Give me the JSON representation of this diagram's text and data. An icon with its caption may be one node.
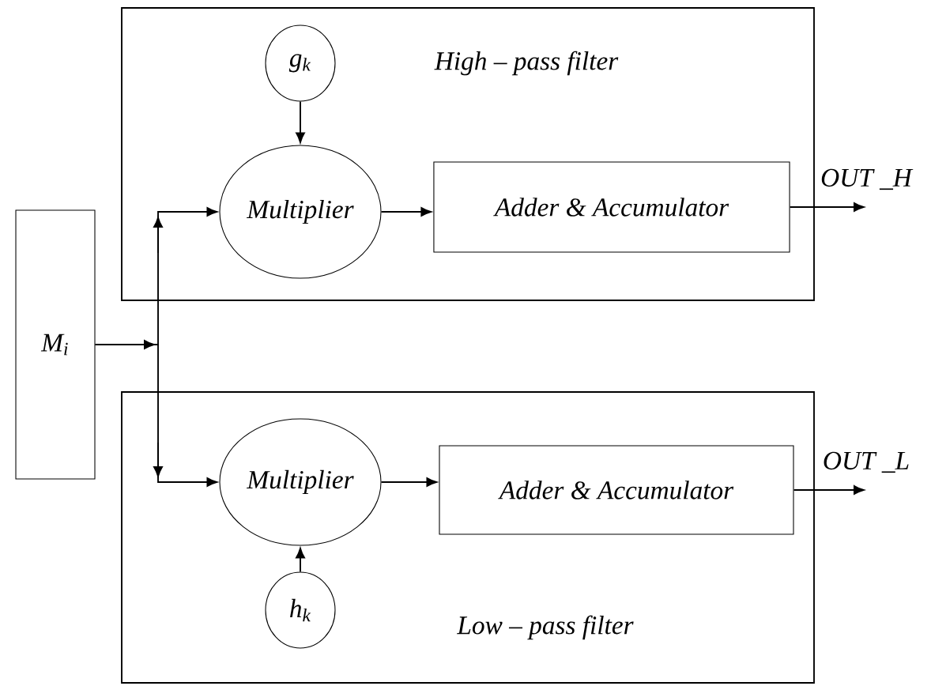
{
  "diagram": {
    "nodes": [
      {
        "text": [
          "High – pass filter"
        ]
      },
      {
        "text": [
          "g$_{k}$"
        ],
        "in": 0
      },
      {
        "text": [
          "Multiplier"
        ],
        "in": 0
      },
      {
        "text": [
          "Adder & Accumulator"
        ],
        "in": 0
      },
      {
        "text": [
          "OUT _H"
        ]
      },
      {
        "text": [
          "M$_{i}$"
        ]
      },
      {
        "text": [
          "Low – pass filter"
        ]
      },
      {
        "text": [
          "Multiplier"
        ],
        "in": 6
      },
      {
        "text": [
          "Adder & Accumulator"
        ],
        "in": 6
      },
      {
        "text": [
          "h$_{k}$"
        ],
        "in": 6
      },
      {
        "text": [
          "OUT _L"
        ]
      }
    ],
    "edges": [
      {
        "from": 1,
        "to": 2,
        "arrow": "to"
      },
      {
        "from": 2,
        "to": 3,
        "arrow": "to"
      },
      {
        "from": 3,
        "to": 4,
        "arrow": "to"
      },
      {
        "from": 5,
        "to": 2,
        "arrow": "to"
      },
      {
        "from": 5,
        "to": 7,
        "arrow": "to"
      },
      {
        "from": 7,
        "to": 8,
        "arrow": "to"
      },
      {
        "from": 8,
        "to": 10,
        "arrow": "to"
      },
      {
        "from": 9,
        "to": 7,
        "arrow": "to"
      }
    ]
  }
}
